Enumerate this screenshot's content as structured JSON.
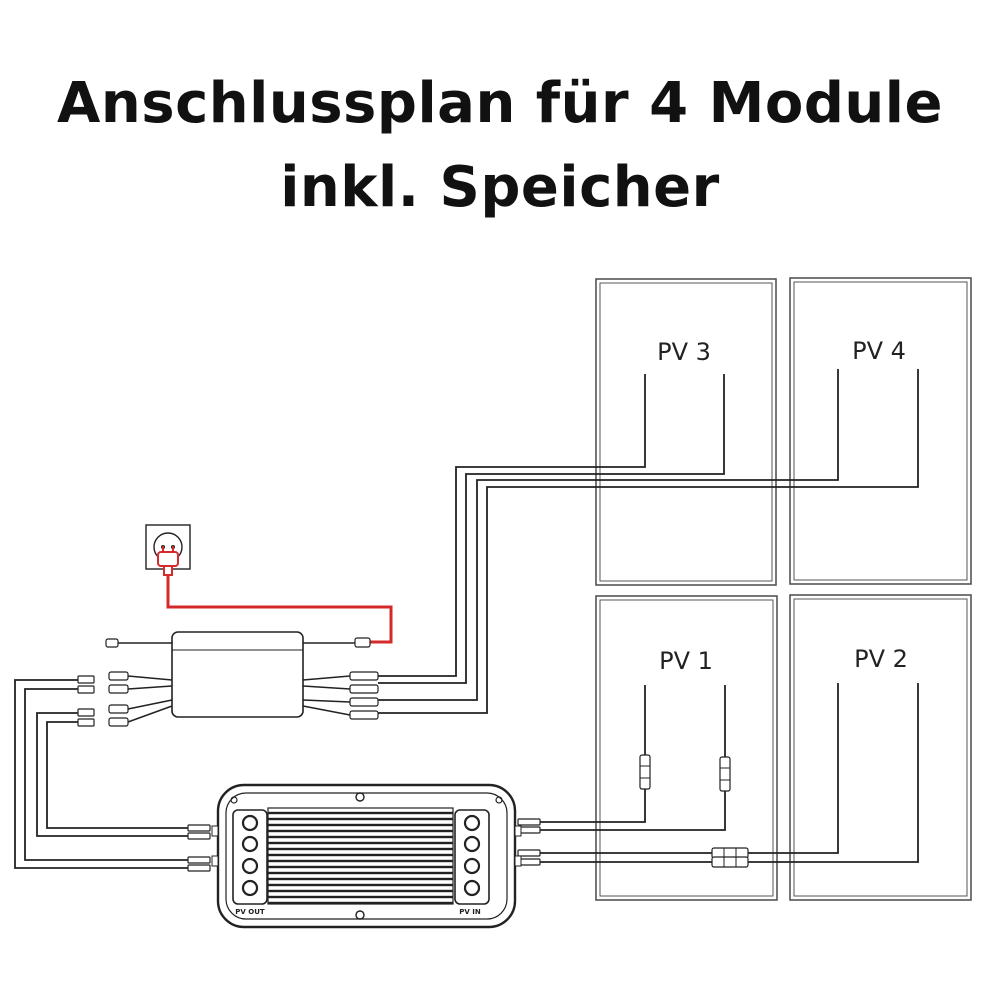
{
  "title": {
    "line1": "Anschlussplan für 4 Module",
    "line2": "inkl. Speicher"
  },
  "panels": {
    "pv1": "PV 1",
    "pv2": "PV 2",
    "pv3": "PV 3",
    "pv4": "PV 4"
  },
  "storage": {
    "port_out_label": "PV OUT",
    "port_in_label": "PV IN"
  },
  "icons": {
    "socket": "wall-socket-icon",
    "plug": "power-plug-icon"
  },
  "colors": {
    "line": "#222222",
    "power_cable": "#d42a2a",
    "panel_frame": "#555555"
  }
}
